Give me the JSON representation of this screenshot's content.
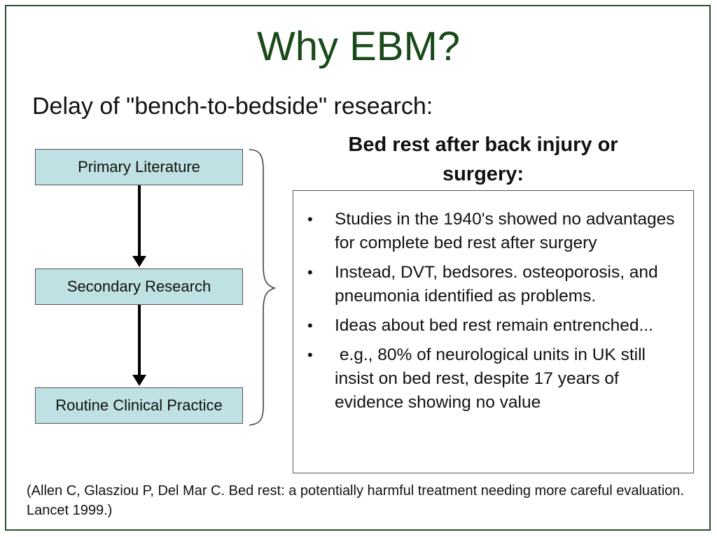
{
  "slide": {
    "title": "Why EBM?",
    "subtitle": "Delay of \"bench-to-bedside\" research:"
  },
  "flow": {
    "steps": [
      {
        "label": "Primary Literature"
      },
      {
        "label": "Secondary Research"
      },
      {
        "label": "Routine Clinical Practice"
      }
    ]
  },
  "panel": {
    "heading_line1": "Bed rest after back injury or",
    "heading_line2": "surgery:",
    "bullets": [
      {
        "text": "Studies in the 1940's showed no advantages for complete bed rest after surgery"
      },
      {
        "text": "Instead, DVT, bedsores. osteoporosis, and pneumonia identified as problems."
      },
      {
        "text": "Ideas about bed rest remain entrenched..."
      },
      {
        "text": " e.g., 80% of neurological units in UK still insist on bed rest, despite 17 years of evidence showing no value"
      }
    ]
  },
  "citation": {
    "text": "(Allen C, Glasziou P, Del Mar C.  Bed rest: a potentially harmful treatment needing more careful evaluation. Lancet 1999.)"
  },
  "colors": {
    "title": "#1a4a1a",
    "box_fill": "#bfe1e3",
    "frame": "#2f4f2f"
  }
}
